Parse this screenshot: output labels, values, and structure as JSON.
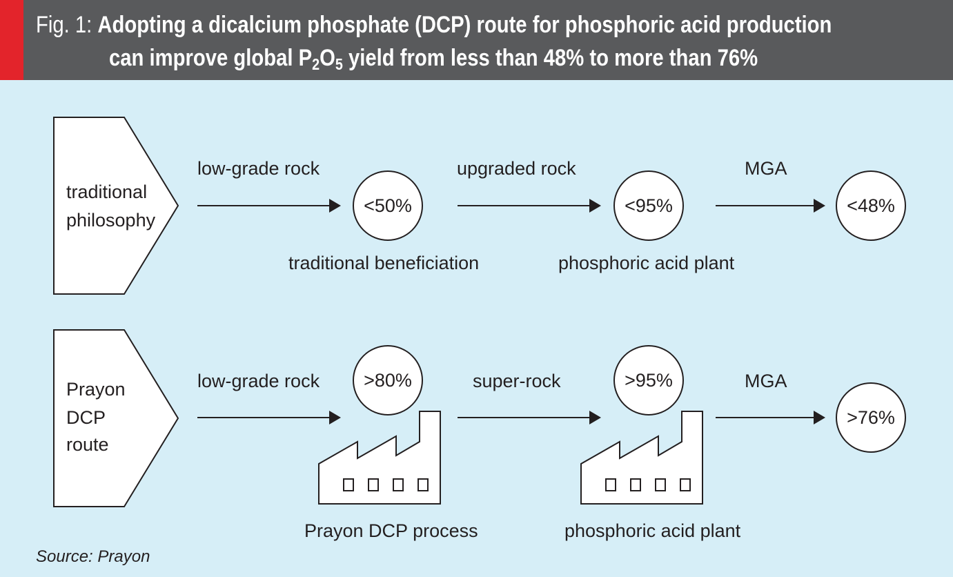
{
  "header": {
    "fig_label": "Fig. 1:",
    "title_line1": "Adopting a dicalcium phosphate (DCP) route for phosphoric acid production",
    "title_line2_pre": "can improve global P",
    "title_line2_sub1": "2",
    "title_line2_mid": "O",
    "title_line2_sub2": "5",
    "title_line2_post": " yield from less than 48% to more than 76%",
    "accent_color": "#e3242b",
    "bar_color": "#595a5c"
  },
  "panel_color": "#d6eef7",
  "traditional": {
    "label_lines": [
      "traditional",
      "philosophy"
    ],
    "input_1": "low-grade rock",
    "stage_1_value": "<50%",
    "stage_1_name": "traditional beneficiation",
    "input_2": "upgraded rock",
    "stage_2_value": "<95%",
    "stage_2_name": "phosphoric acid plant",
    "output_label": "MGA",
    "output_value": "<48%"
  },
  "prayon": {
    "label_lines": [
      "Prayon",
      "DCP",
      "route"
    ],
    "input_1": "low-grade rock",
    "stage_1_value": ">80%",
    "stage_1_name": "Prayon DCP process",
    "input_2": "super-rock",
    "stage_2_value": ">95%",
    "stage_2_name": "phosphoric acid plant",
    "output_label": "MGA",
    "output_value": ">76%"
  },
  "source": "Source: Prayon",
  "icons": {
    "factory": "factory-icon"
  }
}
